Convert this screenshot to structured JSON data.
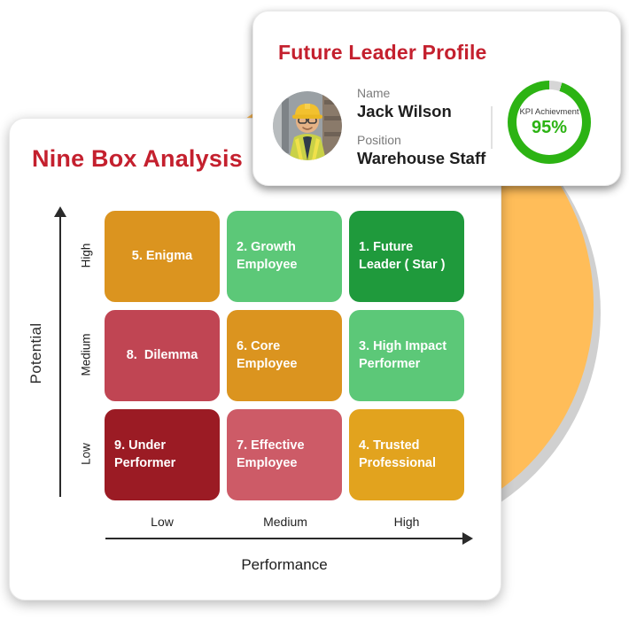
{
  "background": {
    "circle_color": "#FFBD59"
  },
  "profile_card": {
    "title": "Future Leader Profile",
    "title_color": "#C4202E",
    "name_label": "Name",
    "name_value": "Jack Wilson",
    "position_label": "Position",
    "position_value": "Warehouse Staff",
    "avatar_description": "employee-photo-hard-hat",
    "kpi": {
      "label": "KPI Achievment",
      "value": "95%",
      "percent": 95,
      "ring_color": "#2CB313",
      "ring_gap_color": "#D6D6D6",
      "value_color": "#2CB313"
    }
  },
  "nine_box": {
    "title": "Nine Box Analysis",
    "title_color": "#C4202E",
    "y_axis": {
      "label": "Potential",
      "ticks": [
        "High",
        "Medium",
        "Low"
      ]
    },
    "x_axis": {
      "label": "Performance",
      "ticks": [
        "Low",
        "Medium",
        "High"
      ]
    },
    "cells": [
      {
        "label": "5. Enigma",
        "color": "#DB941F"
      },
      {
        "label": "2. Growth Employee",
        "color": "#5CC878"
      },
      {
        "label": "1. Future Leader ( Star )",
        "color": "#1F9A3C"
      },
      {
        "label": "8.  Dilemma",
        "color": "#C04553"
      },
      {
        "label": "6. Core Employee",
        "color": "#DB941F"
      },
      {
        "label": "3. High Impact Performer",
        "color": "#5CC878"
      },
      {
        "label": "9. Under Performer",
        "color": "#9B1B24"
      },
      {
        "label": "7. Effective Employee",
        "color": "#CD5B67"
      },
      {
        "label": "4. Trusted Professional",
        "color": "#E2A31E"
      }
    ]
  }
}
